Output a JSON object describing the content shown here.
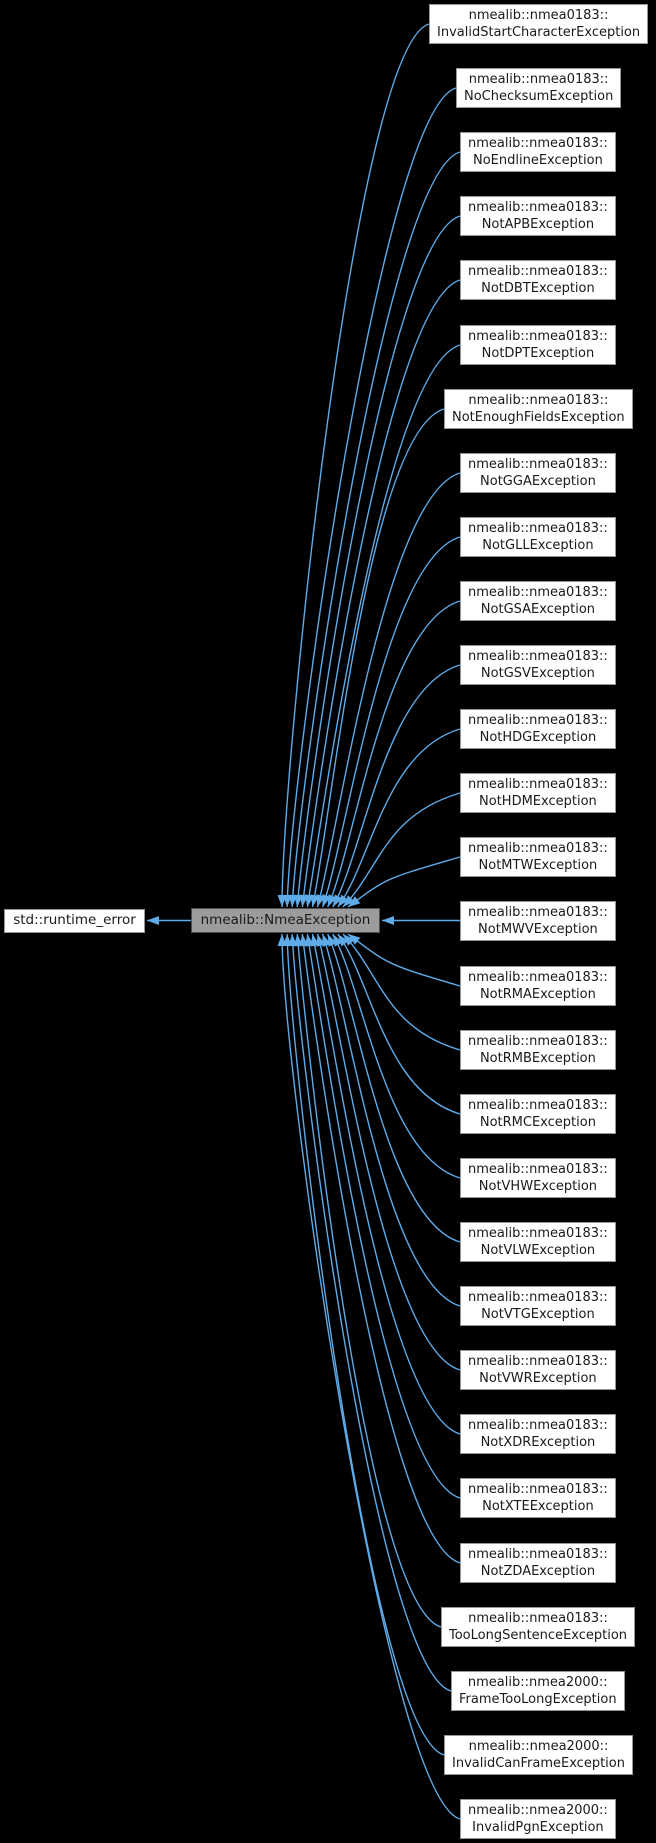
{
  "diagram": {
    "type": "inheritance-graph",
    "background_color": "#000000",
    "edge_color": "#5FABE8",
    "node_text_color": "#1a1a1a",
    "base_node": {
      "label": "std::runtime_error",
      "fill": "#ffffff"
    },
    "center_node": {
      "label": "nmealib::NmeaException",
      "fill": "#9C9C9C"
    },
    "derived_nodes": [
      {
        "ns": "nmealib::nmea0183::",
        "name": "InvalidStartCharacterException"
      },
      {
        "ns": "nmealib::nmea0183::",
        "name": "NoChecksumException"
      },
      {
        "ns": "nmealib::nmea0183::",
        "name": "NoEndlineException"
      },
      {
        "ns": "nmealib::nmea0183::",
        "name": "NotAPBException"
      },
      {
        "ns": "nmealib::nmea0183::",
        "name": "NotDBTException"
      },
      {
        "ns": "nmealib::nmea0183::",
        "name": "NotDPTException"
      },
      {
        "ns": "nmealib::nmea0183::",
        "name": "NotEnoughFieldsException"
      },
      {
        "ns": "nmealib::nmea0183::",
        "name": "NotGGAException"
      },
      {
        "ns": "nmealib::nmea0183::",
        "name": "NotGLLException"
      },
      {
        "ns": "nmealib::nmea0183::",
        "name": "NotGSAException"
      },
      {
        "ns": "nmealib::nmea0183::",
        "name": "NotGSVException"
      },
      {
        "ns": "nmealib::nmea0183::",
        "name": "NotHDGException"
      },
      {
        "ns": "nmealib::nmea0183::",
        "name": "NotHDMException"
      },
      {
        "ns": "nmealib::nmea0183::",
        "name": "NotMTWException"
      },
      {
        "ns": "nmealib::nmea0183::",
        "name": "NotMWVException"
      },
      {
        "ns": "nmealib::nmea0183::",
        "name": "NotRMAException"
      },
      {
        "ns": "nmealib::nmea0183::",
        "name": "NotRMBException"
      },
      {
        "ns": "nmealib::nmea0183::",
        "name": "NotRMCException"
      },
      {
        "ns": "nmealib::nmea0183::",
        "name": "NotVHWException"
      },
      {
        "ns": "nmealib::nmea0183::",
        "name": "NotVLWException"
      },
      {
        "ns": "nmealib::nmea0183::",
        "name": "NotVTGException"
      },
      {
        "ns": "nmealib::nmea0183::",
        "name": "NotVWRException"
      },
      {
        "ns": "nmealib::nmea0183::",
        "name": "NotXDRException"
      },
      {
        "ns": "nmealib::nmea0183::",
        "name": "NotXTEException"
      },
      {
        "ns": "nmealib::nmea0183::",
        "name": "NotZDAException"
      },
      {
        "ns": "nmealib::nmea0183::",
        "name": "TooLongSentenceException"
      },
      {
        "ns": "nmealib::nmea2000::",
        "name": "FrameTooLongException"
      },
      {
        "ns": "nmealib::nmea2000::",
        "name": "InvalidCanFrameException"
      },
      {
        "ns": "nmealib::nmea2000::",
        "name": "InvalidPgnException"
      }
    ]
  }
}
